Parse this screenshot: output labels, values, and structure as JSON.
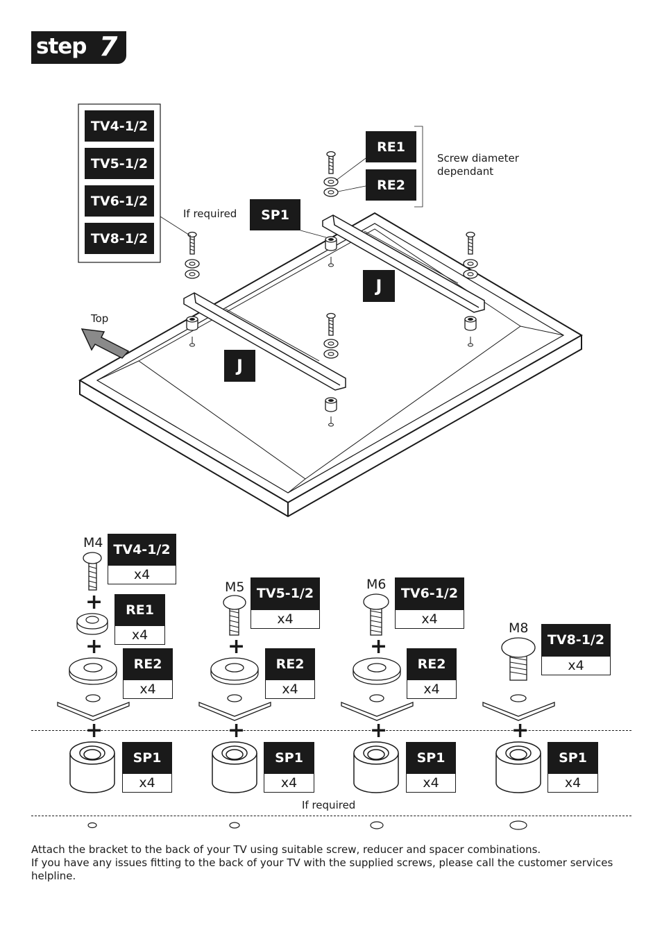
{
  "header": {
    "step_word": "step",
    "step_number": "7"
  },
  "legend_list": [
    "TV4-1/2",
    "TV5-1/2",
    "TV6-1/2",
    "TV8-1/2"
  ],
  "top_diagram": {
    "re1": "RE1",
    "re2": "RE2",
    "sp1": "SP1",
    "screw_note_line1": "Screw diameter",
    "screw_note_line2": "dependant",
    "if_required": "If required",
    "top_label": "Top",
    "bracket_label": "J"
  },
  "combos": [
    {
      "size": "M4",
      "screw": "TV4-1/2",
      "screw_qty": "x4",
      "re1": "RE1",
      "re1_qty": "x4",
      "re2": "RE2",
      "re2_qty": "x4",
      "sp": "SP1",
      "sp_qty": "x4"
    },
    {
      "size": "M5",
      "screw": "TV5-1/2",
      "screw_qty": "x4",
      "re2": "RE2",
      "re2_qty": "x4",
      "sp": "SP1",
      "sp_qty": "x4"
    },
    {
      "size": "M6",
      "screw": "TV6-1/2",
      "screw_qty": "x4",
      "re2": "RE2",
      "re2_qty": "x4",
      "sp": "SP1",
      "sp_qty": "x4"
    },
    {
      "size": "M8",
      "screw": "TV8-1/2",
      "screw_qty": "x4",
      "sp": "SP1",
      "sp_qty": "x4"
    }
  ],
  "if_required_bottom": "If required",
  "instructions": {
    "line1": "Attach the bracket to the back of your TV using suitable screw, reducer and spacer combinations.",
    "line2": "If you have any issues fitting to the back of your TV with the supplied screws, please call the customer services helpline."
  },
  "colors": {
    "ink": "#1a1a1a",
    "arrow_grey": "#8a8a8a"
  }
}
